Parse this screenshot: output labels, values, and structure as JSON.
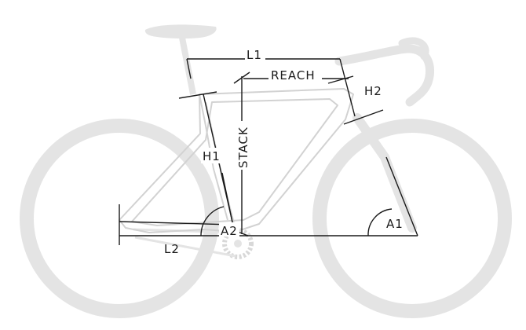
{
  "labels": {
    "l1": "L1",
    "reach": "REACH",
    "h2": "H2",
    "stack": "STACK",
    "h1": "H1",
    "a1": "A1",
    "a2": "A2",
    "l2": "L2"
  },
  "colors": {
    "ghost": "#e4e4e4",
    "frame": "#d2d2d2",
    "dimension": "#1a1a1a",
    "background": "#ffffff"
  }
}
